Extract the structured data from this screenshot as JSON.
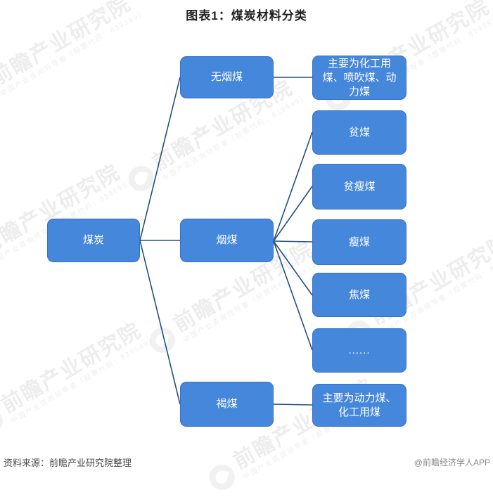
{
  "title": "图表1：煤炭材料分类",
  "diagram": {
    "type": "tree",
    "root": {
      "label": "煤炭"
    },
    "categories": {
      "anthracite": {
        "label": "无烟煤"
      },
      "bituminous": {
        "label": "烟煤"
      },
      "lignite": {
        "label": "褐煤"
      }
    },
    "leaves": {
      "anthracite_use": {
        "label": "主要为化工用煤、喷吹煤、动力煤"
      },
      "lean_coal": {
        "label": "贫煤"
      },
      "lean_meagre_coal": {
        "label": "贫瘦煤"
      },
      "meagre_coal": {
        "label": "瘦煤"
      },
      "coking_coal": {
        "label": "焦煤"
      },
      "more": {
        "label": "......"
      },
      "lignite_use": {
        "label": "主要为动力煤、化工用煤"
      }
    },
    "edges": [
      {
        "from": "煤炭",
        "to": "无烟煤"
      },
      {
        "from": "煤炭",
        "to": "烟煤"
      },
      {
        "from": "煤炭",
        "to": "褐煤"
      },
      {
        "from": "无烟煤",
        "to": "主要为化工用煤、喷吹煤、动力煤"
      },
      {
        "from": "烟煤",
        "to": "贫煤"
      },
      {
        "from": "烟煤",
        "to": "贫瘦煤"
      },
      {
        "from": "烟煤",
        "to": "瘦煤"
      },
      {
        "from": "烟煤",
        "to": "焦煤"
      },
      {
        "from": "烟煤",
        "to": "......"
      },
      {
        "from": "褐煤",
        "to": "主要为动力煤、化工用煤"
      }
    ]
  },
  "watermark": {
    "logo": "qianzhan-logo",
    "text": "前瞻产业研究院",
    "subtitle": "中国产业咨询领导者（股票代码：839599）"
  },
  "footer": {
    "source": "资料来源：前瞻产业研究院整理",
    "credit": "@前瞻经济学人APP"
  },
  "colors": {
    "node_fill": "#4587DB",
    "node_border": "#366FC4",
    "connector": "#215183",
    "node_text": "#FFFFFF",
    "title_text": "#222222",
    "source_text": "#4A4A4A",
    "credit_text": "#8A8A8A"
  }
}
